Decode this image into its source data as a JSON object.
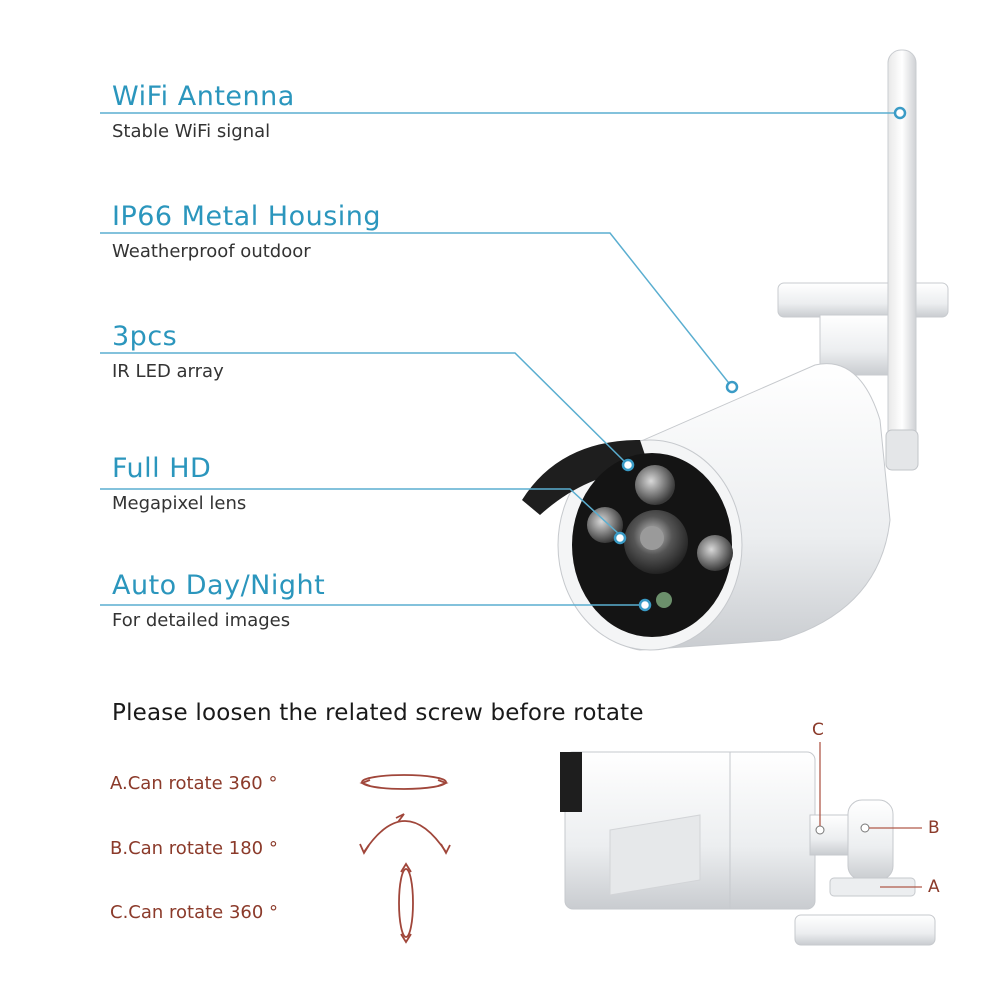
{
  "features": [
    {
      "title": "WiFi Antenna",
      "desc": "Stable WiFi signal"
    },
    {
      "title": "IP66 Metal Housing",
      "desc": "Weatherproof outdoor"
    },
    {
      "title": "3pcs",
      "desc": "IR LED array"
    },
    {
      "title": "Full HD",
      "desc": "Megapixel lens"
    },
    {
      "title": "Auto Day/Night",
      "desc": "For detailed images"
    }
  ],
  "install": {
    "heading": "Please loosen the related screw before rotate",
    "rotations": [
      {
        "text": "A.Can rotate 360 °"
      },
      {
        "text": "B.Can rotate 180 °"
      },
      {
        "text": "C.Can rotate 360 °"
      }
    ],
    "points": [
      "C",
      "B",
      "A"
    ]
  },
  "colors": {
    "accent": "#2b96bd",
    "callout": "#8b3a2a",
    "line": "#5aaed0"
  }
}
